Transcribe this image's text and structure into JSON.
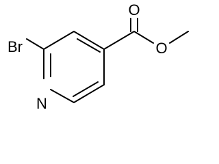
{
  "molecule": {
    "atoms": {
      "bromine": "Br",
      "ring_nitrogen": "N",
      "carbonyl_oxygen": "O",
      "ester_oxygen": "O"
    }
  }
}
